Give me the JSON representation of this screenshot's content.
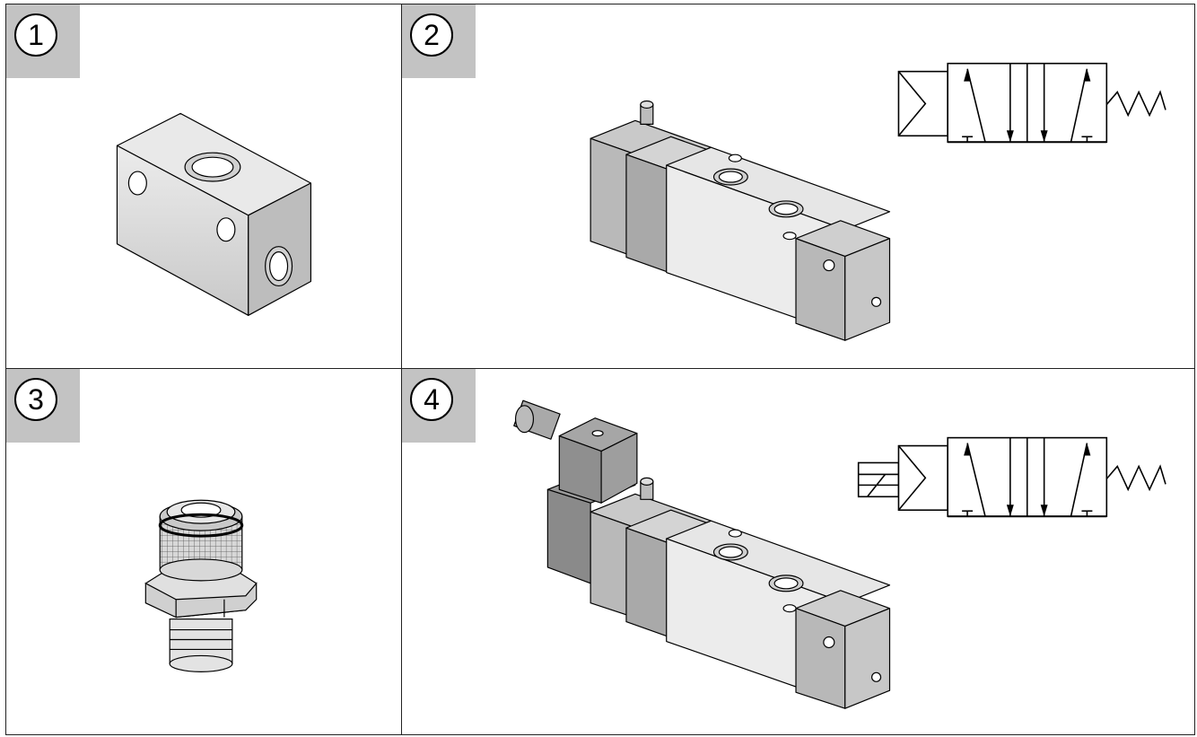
{
  "panels": [
    {
      "number": "1",
      "content": "block"
    },
    {
      "number": "2",
      "content": "valve"
    },
    {
      "number": "3",
      "content": "silencer"
    },
    {
      "number": "4",
      "content": "solenoid-valve"
    }
  ],
  "colors": {
    "border": "#222222",
    "tag_bg": "#c3c3c3",
    "light_face": "#ececec",
    "mid_face": "#d6d6d6",
    "dark_face": "#a8a8a8",
    "coil": "#8e8e8e"
  }
}
